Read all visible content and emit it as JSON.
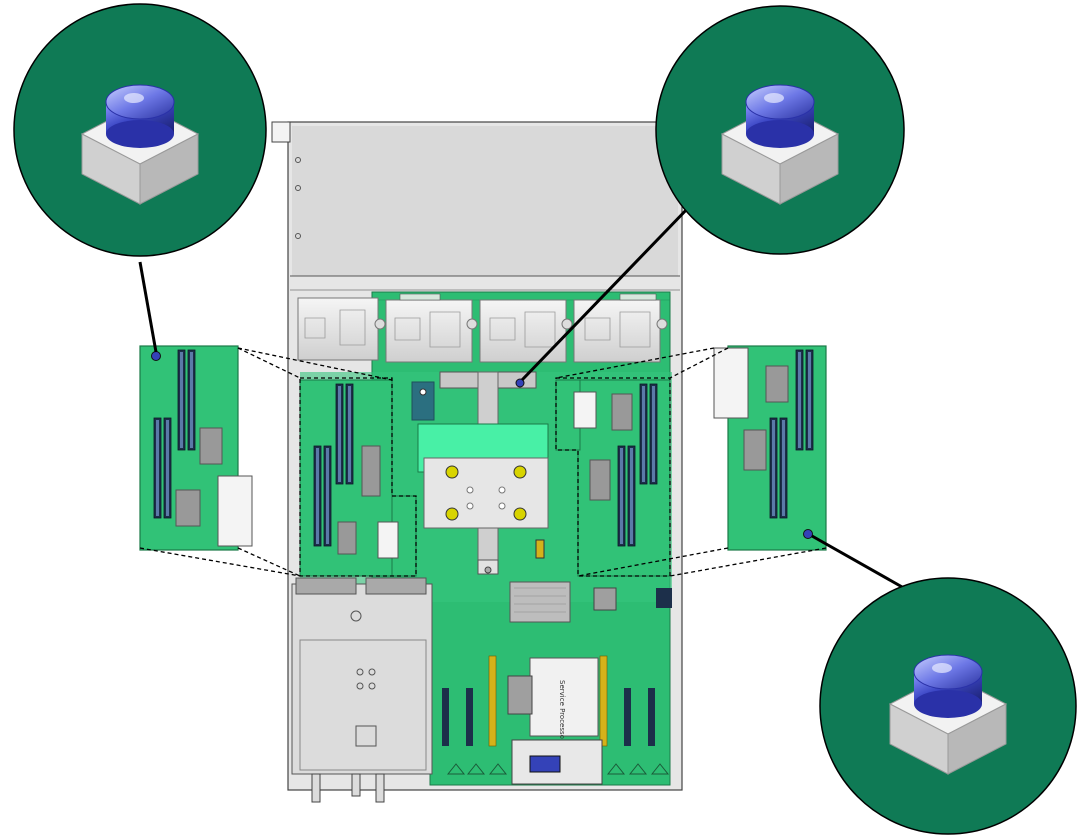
{
  "diagram": {
    "subject": "server motherboard top view with memory riser cards and callouts",
    "colors": {
      "board": "#2dbd73",
      "board_dark": "#1f8f56",
      "callout": "#0f7a55",
      "chassis": "#d9d9d9",
      "chassis_dark": "#bdbdbd",
      "dimm_slot": "#203a5c",
      "button_blue": "#3442b8",
      "pcie_slot": "#d4b21a"
    },
    "board_label": "Service Processor (SP)",
    "callouts": [
      {
        "name": "top-left",
        "icon": "blue-button-on-white-block"
      },
      {
        "name": "top-right",
        "icon": "blue-button-on-white-block"
      },
      {
        "name": "bottom-right",
        "icon": "blue-button-on-white-block"
      }
    ]
  }
}
